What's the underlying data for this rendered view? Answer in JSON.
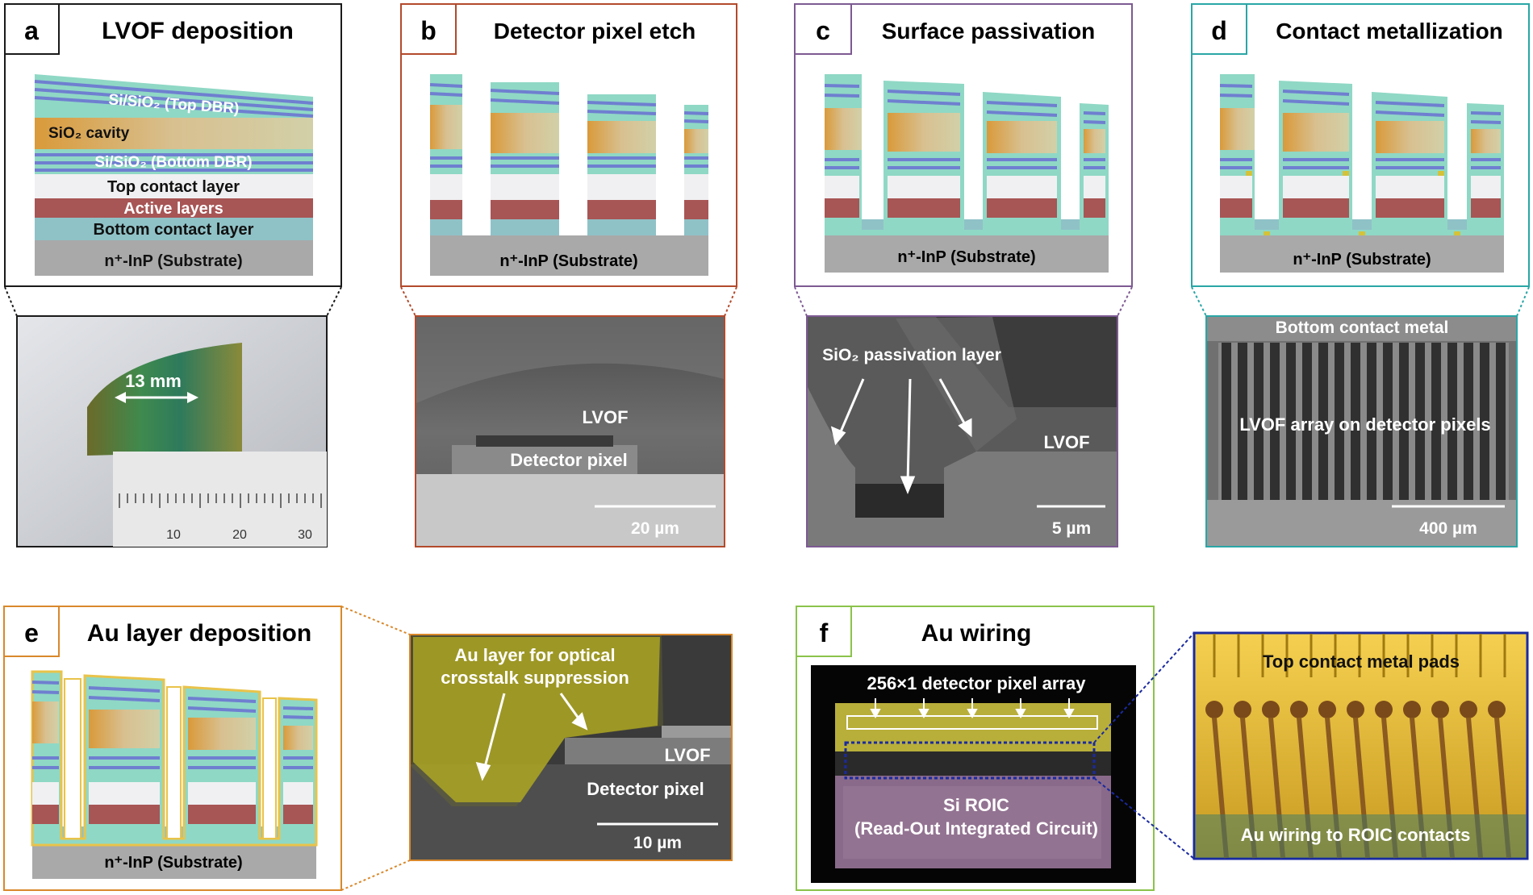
{
  "panels": {
    "a": {
      "letter": "a",
      "title": "LVOF deposition",
      "layers": {
        "top_dbr": "Si/SiO₂ (Top DBR)",
        "cavity": "SiO₂ cavity",
        "bottom_dbr": "Si/SiO₂ (Bottom DBR)",
        "top_contact": "Top contact layer",
        "active": "Active layers",
        "bottom_contact": "Bottom contact layer",
        "substrate": "n⁺-InP (Substrate)"
      },
      "photo": {
        "dimension": "13 mm",
        "ruler_ticks": [
          "10",
          "20",
          "30"
        ]
      }
    },
    "b": {
      "letter": "b",
      "title": "Detector pixel etch",
      "substrate": "n⁺-InP (Substrate)",
      "sem": {
        "lvof": "LVOF",
        "pixel": "Detector pixel",
        "scale": "20 µm"
      }
    },
    "c": {
      "letter": "c",
      "title": "Surface passivation",
      "substrate": "n⁺-InP (Substrate)",
      "sem": {
        "passivation": "SiO₂ passivation layer",
        "lvof": "LVOF",
        "scale": "5 µm"
      }
    },
    "d": {
      "letter": "d",
      "title": "Contact metallization",
      "substrate": "n⁺-InP (Substrate)",
      "sem": {
        "bottom_metal": "Bottom contact metal",
        "array": "LVOF array on detector pixels",
        "scale": "400 µm"
      }
    },
    "e": {
      "letter": "e",
      "title": "Au layer deposition",
      "substrate": "n⁺-InP (Substrate)",
      "sem": {
        "au_line1": "Au layer for optical",
        "au_line2": "crosstalk suppression",
        "lvof": "LVOF",
        "pixel": "Detector pixel",
        "scale": "10 µm"
      }
    },
    "f": {
      "letter": "f",
      "title": "Au wiring",
      "chip": {
        "array": "256×1 detector pixel array",
        "roic1": "Si ROIC",
        "roic2": "(Read-Out Integrated Circuit)"
      },
      "zoom": {
        "pads": "Top contact metal pads",
        "wiring": "Au wiring to ROIC contacts"
      }
    }
  },
  "colors": {
    "a": "#1a1a1a",
    "b": "#b34a2c",
    "c": "#7d5a92",
    "d": "#2aa6a6",
    "e": "#d9882b",
    "f": "#8bc34a",
    "teal": "#8fd8c5",
    "blue": "#6f7fd0",
    "cavity": "#dba95a",
    "active": "#a85555",
    "contact": "#8fc2c7",
    "substrate": "#a9a9a9"
  }
}
